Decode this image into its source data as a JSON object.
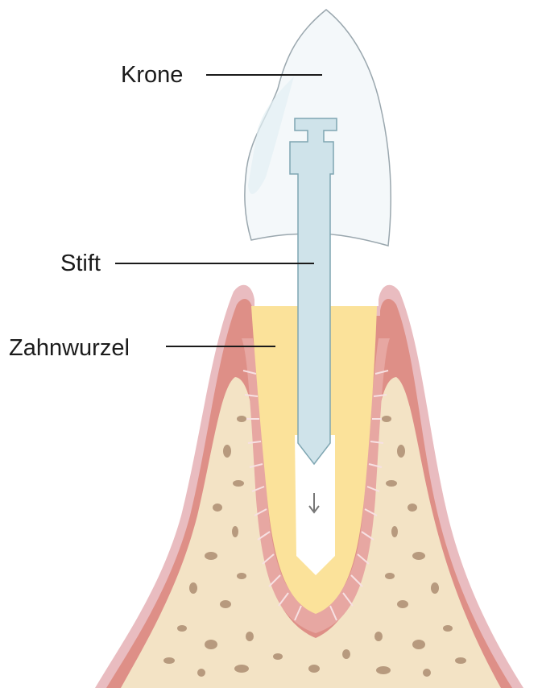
{
  "labels": {
    "crown": "Krone",
    "post": "Stift",
    "root": "Zahnwurzel"
  },
  "colors": {
    "bone": "#f3e3c5",
    "bone_spots": "#b79a7e",
    "gum": "#de8f87",
    "gum_outer": "#e9bcc0",
    "root_dentin": "#fbe29a",
    "post": "#cfe3ea",
    "post_stroke": "#7fa6b2",
    "crown": "#f4f8fa",
    "crown_stroke": "#9aa7ae",
    "leader_line": "#1a1a1a"
  }
}
